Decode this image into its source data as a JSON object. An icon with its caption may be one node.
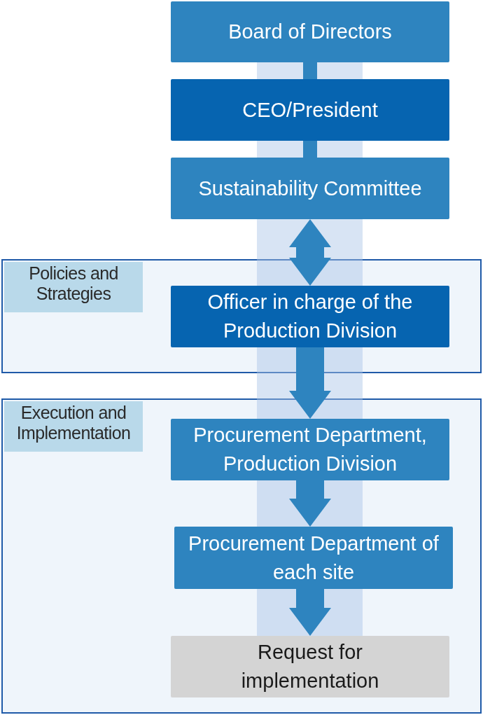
{
  "diagram": {
    "nodes": [
      {
        "text": [
          "Board of Directors"
        ]
      },
      {
        "text": [
          "CEO/President"
        ]
      },
      {
        "text": [
          "Sustainability Committee"
        ]
      },
      {
        "text": [
          "Policies and Strategies"
        ]
      },
      {
        "text": [
          "Officer in charge of the Production Division"
        ],
        "in": 3
      },
      {
        "text": [
          "Execution and Implementation"
        ]
      },
      {
        "text": [
          "Procurement Department, Production Division"
        ],
        "in": 5
      },
      {
        "text": [
          "Procurement Department of each site"
        ],
        "in": 5
      },
      {
        "text": [
          "Request for implementation"
        ],
        "in": 5
      }
    ],
    "edges": [
      {
        "from": 0,
        "to": 1,
        "arrow": "none"
      },
      {
        "from": 1,
        "to": 2,
        "arrow": "none"
      },
      {
        "from": 2,
        "to": 4,
        "arrow": "both"
      },
      {
        "from": 4,
        "to": 6,
        "arrow": "to"
      },
      {
        "from": 6,
        "to": 7,
        "arrow": "to"
      },
      {
        "from": 7,
        "to": 8,
        "arrow": "to"
      }
    ]
  }
}
